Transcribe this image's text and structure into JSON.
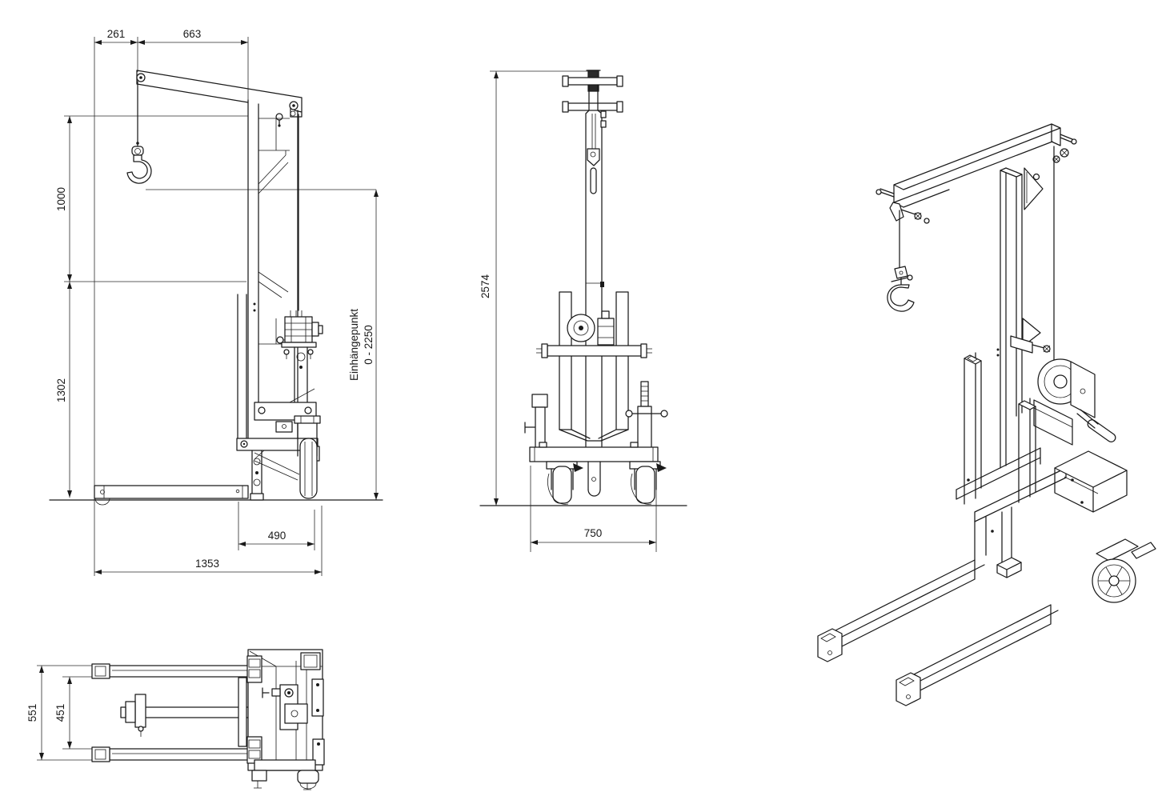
{
  "style": {
    "background": "#ffffff",
    "line_color": "#1a1a1a",
    "dim_color": "#2a2a2a"
  },
  "front": {
    "d261": "261",
    "d663": "663",
    "d1000": "1000",
    "d1302": "1302",
    "d490": "490",
    "d1353": "1353",
    "hook_point_label": "Einhängepunkt",
    "hook_point_range": "0 - 2250"
  },
  "side": {
    "d2574": "2574",
    "d750": "750"
  },
  "top": {
    "d551": "551",
    "d451": "451"
  }
}
